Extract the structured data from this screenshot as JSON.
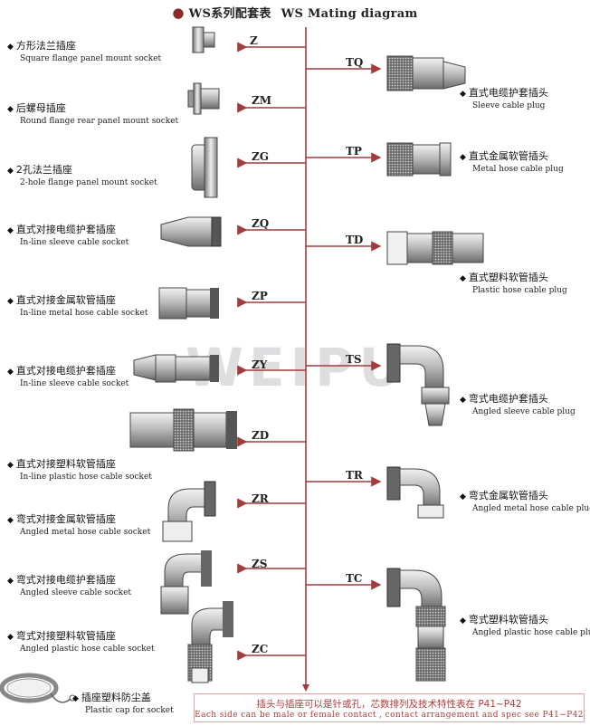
{
  "title": {
    "cn": "WS系列配套表",
    "en": "WS  Mating diagram"
  },
  "bullet": "◆",
  "watermark": "WEIPU",
  "left_items": [
    {
      "code": "Z",
      "cn": "方形法兰插座",
      "en": "Square flange panel mount socket"
    },
    {
      "code": "ZM",
      "cn": "后螺母插座",
      "en": "Round flange rear panel mount socket"
    },
    {
      "code": "ZG",
      "cn": "2孔法兰插座",
      "en": "2-hole flange panel mount socket"
    },
    {
      "code": "ZQ",
      "cn": "直式对接电缆护套插座",
      "en": "In-line sleeve cable socket"
    },
    {
      "code": "ZP",
      "cn": "直式对接金属软管插座",
      "en": "In-line metal hose cable socket"
    },
    {
      "code": "ZY",
      "cn": "直式对接电缆护套插座",
      "en": "In-line sleeve cable socket"
    },
    {
      "code": "ZD",
      "cn": "直式对接塑料软管插座",
      "en": "In-line plastic hose cable socket"
    },
    {
      "code": "ZR",
      "cn": "弯式对接金属软管插座",
      "en": "Angled metal hose cable socket"
    },
    {
      "code": "ZS",
      "cn": "弯式对接电缆护套插座",
      "en": "Angled sleeve cable socket"
    },
    {
      "code": "ZC",
      "cn": "弯式对接塑料软管插座",
      "en": "Angled plastic hose cable socket"
    }
  ],
  "right_items": [
    {
      "code": "TQ",
      "cn": "直式电缆护套插头",
      "en": "Sleeve cable plug"
    },
    {
      "code": "TP",
      "cn": "直式金属软管插头",
      "en": "Metal hose cable plug"
    },
    {
      "code": "TD",
      "cn": "直式塑料软管插头",
      "en": "Plastic hose cable plug"
    },
    {
      "code": "TS",
      "cn": "弯式电缆护套插头",
      "en": "Angled sleeve cable plug"
    },
    {
      "code": "TR",
      "cn": "弯式金属软管插头",
      "en": "Angled metal hose cable plug"
    },
    {
      "code": "TC",
      "cn": "弯式塑料软管插头",
      "en": "Angled plastic hose cable plug"
    }
  ],
  "cap": {
    "cn": "插座塑料防尘盖",
    "en": "Plastic cap for socket"
  },
  "note": {
    "cn": "插头与插座可以是针或孔，芯数排列及技术特性表在 P41~P42",
    "en": "Each side can be male or female contact , contact arrangement  and spec see  P41~P42"
  },
  "colors": {
    "line": "#a23b3b",
    "part_dark": "#555555",
    "part_light": "#d8d8d8",
    "note": "#b23a3a"
  }
}
